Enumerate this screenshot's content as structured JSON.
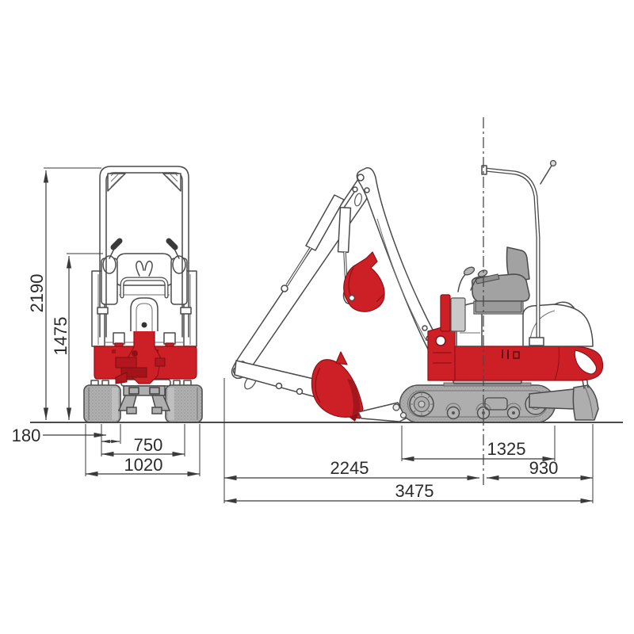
{
  "diagram": {
    "type": "technical-dimension-drawing",
    "subject": "mini excavator two-view dimension diagram",
    "unit": "mm"
  },
  "colors": {
    "machine_red": "#cc2026",
    "shadow_red": "#8f1016",
    "track_gray": "#aeaeae",
    "seat_gray": "#a2a2a2",
    "line": "#4a4a4a",
    "dimension_line": "#3a3a3a",
    "text_color": "#2b2b2b",
    "background": "#ffffff"
  },
  "rear_view": {
    "dimensions": {
      "height_overall": "2190",
      "height_to_control_levers": "1475",
      "track_shoe_width": "180",
      "track_gauge": "750",
      "width_overall": "1020"
    }
  },
  "side_view": {
    "dimensions": {
      "track_length": "1325",
      "length_front_of_swing_center": "2245",
      "length_rear_of_swing_center": "930",
      "length_overall": "3475"
    }
  }
}
